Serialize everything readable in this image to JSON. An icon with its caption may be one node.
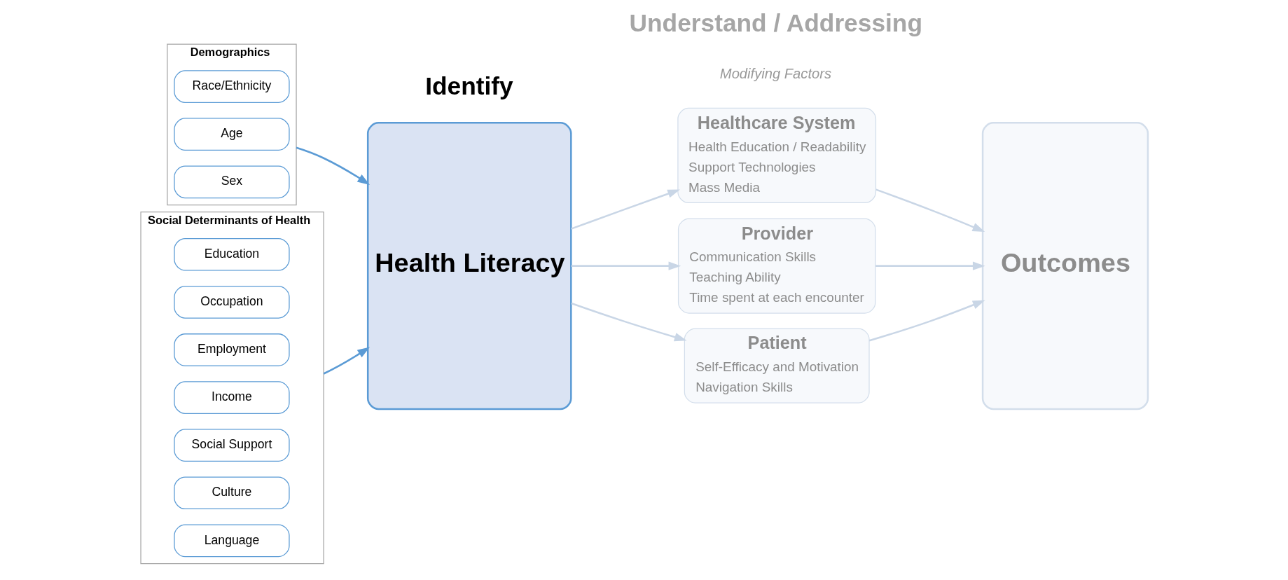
{
  "diagram": {
    "nodes": [
      {
        "text": [
          "Demographics"
        ]
      },
      {
        "text": [
          "Race/Ethnicity"
        ],
        "in": 0
      },
      {
        "text": [
          "Age"
        ],
        "in": 0
      },
      {
        "text": [
          "Sex"
        ],
        "in": 0
      },
      {
        "text": [
          "Social Determinants of Health"
        ]
      },
      {
        "text": [
          "Education"
        ],
        "in": 4
      },
      {
        "text": [
          "Occupation"
        ],
        "in": 4
      },
      {
        "text": [
          "Employment"
        ],
        "in": 4
      },
      {
        "text": [
          "Income"
        ],
        "in": 4
      },
      {
        "text": [
          "Social Support"
        ],
        "in": 4
      },
      {
        "text": [
          "Culture"
        ],
        "in": 4
      },
      {
        "text": [
          "Language"
        ],
        "in": 4
      },
      {
        "text": [
          "Health Literacy"
        ]
      },
      {
        "text": [
          "Healthcare System",
          "Health Education / Readability",
          "Support Technologies",
          "Mass Media"
        ]
      },
      {
        "text": [
          "Provider",
          "Communication Skills",
          "Teaching Ability",
          "Time spent at each encounter"
        ]
      },
      {
        "text": [
          "Patient",
          "Self-Efficacy and Motivation",
          "Navigation Skills"
        ]
      },
      {
        "text": [
          "Outcomes"
        ]
      }
    ],
    "edges": [
      {
        "from": 0,
        "to": 12,
        "arrow": "to",
        "color": "#5b9bd5"
      },
      {
        "from": 4,
        "to": 12,
        "arrow": "to",
        "color": "#5b9bd5"
      },
      {
        "from": 12,
        "to": 13,
        "arrow": "to"
      },
      {
        "from": 12,
        "to": 14,
        "arrow": "to"
      },
      {
        "from": 12,
        "to": 15,
        "arrow": "to"
      },
      {
        "from": 13,
        "to": 16,
        "arrow": "to"
      },
      {
        "from": 14,
        "to": 16,
        "arrow": "to"
      },
      {
        "from": 15,
        "to": 16,
        "arrow": "to"
      }
    ],
    "labels": [
      "Modifying Factors",
      "Identify",
      "Understand / Addressing"
    ]
  }
}
